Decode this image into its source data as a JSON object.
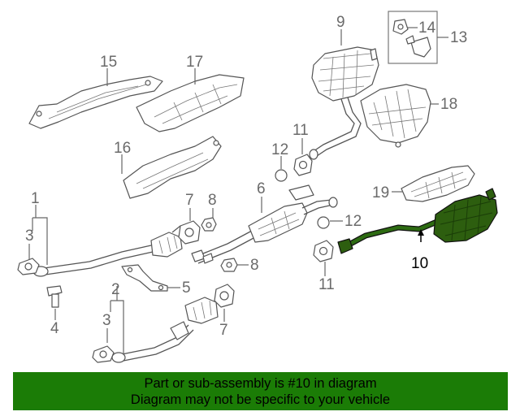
{
  "callouts": {
    "c1": "1",
    "c2": "2",
    "c3a": "3",
    "c3b": "3",
    "c4": "4",
    "c5": "5",
    "c6": "6",
    "c7a": "7",
    "c7b": "7",
    "c8a": "8",
    "c8b": "8",
    "c9": "9",
    "c10": "10",
    "c11a": "11",
    "c11b": "11",
    "c12a": "12",
    "c12b": "12",
    "c13": "13",
    "c14": "14",
    "c15": "15",
    "c16": "16",
    "c17": "17",
    "c18": "18",
    "c19": "19"
  },
  "highlighted_part": "10",
  "colors": {
    "banner": "#1b7c06",
    "highlight": "#2d5e0f",
    "callout": "#6a6a6a"
  },
  "banner": {
    "line1": "Part or sub-assembly is #10 in diagram",
    "line2": "Diagram may not be specific to your vehicle"
  }
}
